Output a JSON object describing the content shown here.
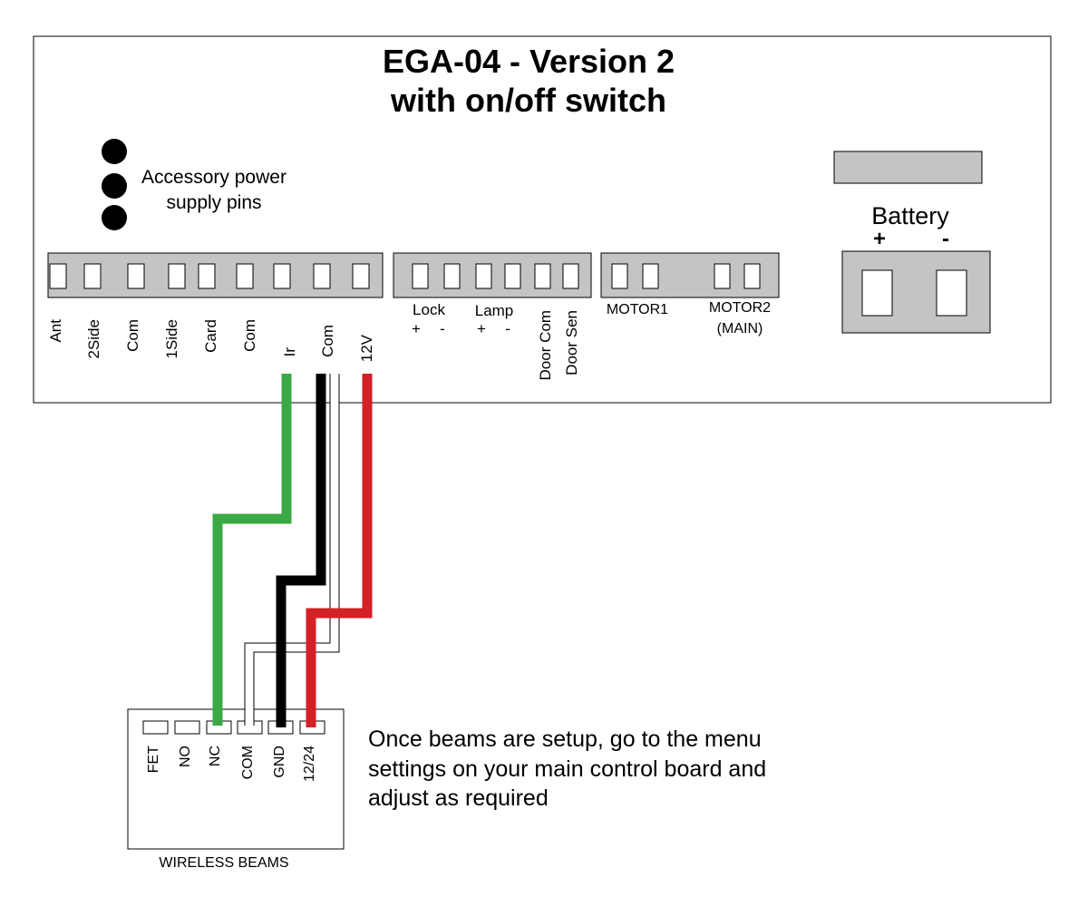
{
  "title": {
    "line1": "EGA-04 - Version 2",
    "line2": "with on/off switch"
  },
  "accessory": {
    "line1": "Accessory power",
    "line2": "supply pins"
  },
  "main_terminals": [
    "Ant",
    "2Side",
    "Com",
    "1Side",
    "Card",
    "Com",
    "Ir",
    "Com",
    "12V"
  ],
  "aux_block": {
    "lock_label": "Lock",
    "lock_plus": "+",
    "lock_minus": "-",
    "lamp_label": "Lamp",
    "lamp_plus": "+",
    "lamp_minus": "-",
    "door_com": "Door Com",
    "door_sen": "Door Sen"
  },
  "motor_block": {
    "motor1": "MOTOR1",
    "motor2_line1": "MOTOR2",
    "motor2_line2": "(MAIN)"
  },
  "battery": {
    "label": "Battery",
    "plus": "+",
    "minus": "-"
  },
  "beams": {
    "title": "WIRELESS BEAMS",
    "terminals": [
      "FET",
      "NO",
      "NC",
      "COM",
      "GND",
      "12/24"
    ]
  },
  "note": {
    "line1": "Once beams are setup, go to the menu",
    "line2": "settings on your main control board and",
    "line3": "adjust as required"
  },
  "colors": {
    "ir_wire": "#3aa845",
    "ground_wire": "#000000",
    "power_wire": "#d42027",
    "com_wire": "#ffffff",
    "block_fill": "#c4c4c4"
  }
}
